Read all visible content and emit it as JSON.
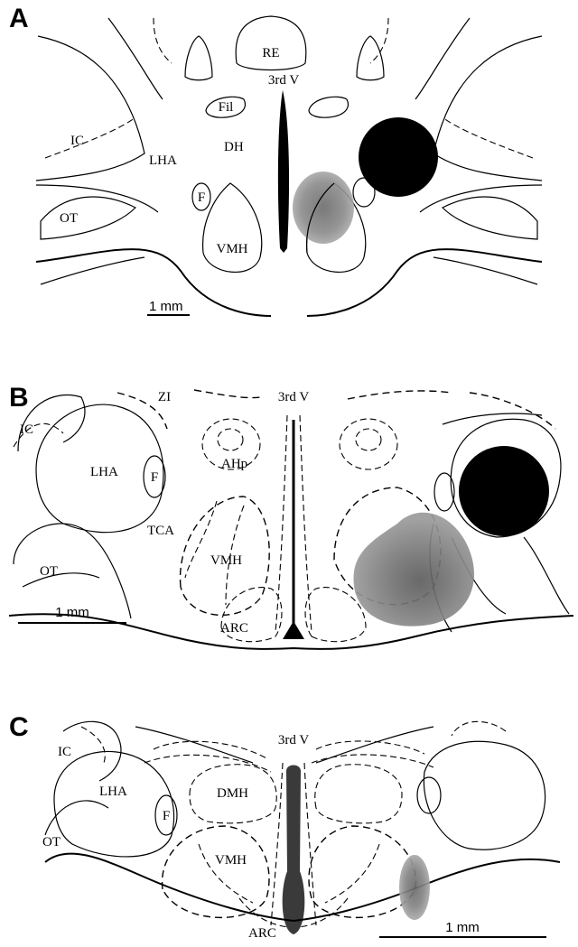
{
  "panels": [
    {
      "letter": "A",
      "labels": {
        "re": "RE",
        "third_v": "3rd V",
        "fil": "Fil",
        "ic": "IC",
        "lha": "LHA",
        "dh": "DH",
        "f": "F",
        "ot": "OT",
        "vmh": "VMH"
      },
      "scale_bar": "1 mm"
    },
    {
      "letter": "B",
      "labels": {
        "zi": "ZI",
        "third_v": "3rd V",
        "ic": "IC",
        "lha": "LHA",
        "f": "F",
        "ahp": "AHp",
        "tca": "TCA",
        "vmh": "VMH",
        "ot": "OT",
        "arc": "ARC"
      },
      "scale_bar": "1 mm"
    },
    {
      "letter": "C",
      "labels": {
        "third_v": "3rd V",
        "ic": "IC",
        "dmh": "DMH",
        "lha": "LHA",
        "f": "F",
        "ot": "OT",
        "vmh": "VMH",
        "arc": "ARC"
      },
      "scale_bar": "1 mm"
    }
  ],
  "colors": {
    "lesion": "#000000",
    "infusion_outer": "#9a9a9a",
    "infusion_inner": "#6a6a6a",
    "line": "#000000"
  }
}
